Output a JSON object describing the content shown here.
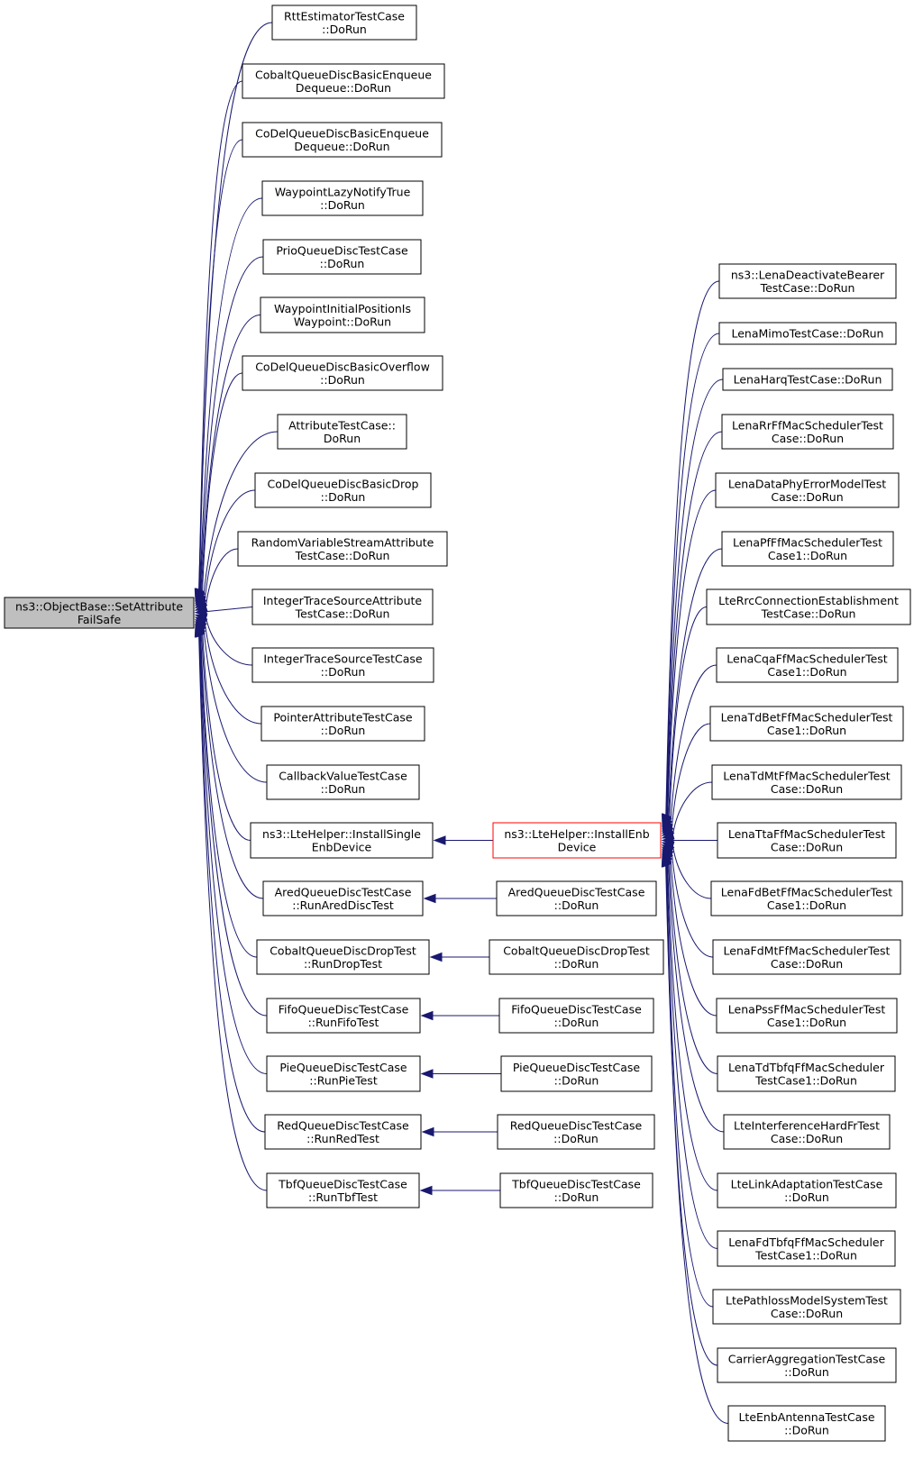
{
  "graph": {
    "root": {
      "id": "root",
      "lines": [
        "ns3::ObjectBase::SetAttribute",
        "FailSafe"
      ]
    },
    "nodes": [
      {
        "id": "a1",
        "lines": [
          "RttEstimatorTestCase",
          "::DoRun"
        ]
      },
      {
        "id": "a2",
        "lines": [
          "CobaltQueueDiscBasicEnqueue",
          "Dequeue::DoRun"
        ]
      },
      {
        "id": "a3",
        "lines": [
          "CoDelQueueDiscBasicEnqueue",
          "Dequeue::DoRun"
        ]
      },
      {
        "id": "a4",
        "lines": [
          "WaypointLazyNotifyTrue",
          "::DoRun"
        ]
      },
      {
        "id": "a5",
        "lines": [
          "PrioQueueDiscTestCase",
          "::DoRun"
        ]
      },
      {
        "id": "a6",
        "lines": [
          "WaypointInitialPositionIs",
          "Waypoint::DoRun"
        ]
      },
      {
        "id": "a7",
        "lines": [
          "CoDelQueueDiscBasicOverflow",
          "::DoRun"
        ]
      },
      {
        "id": "a8",
        "lines": [
          "AttributeTestCase::",
          "DoRun"
        ]
      },
      {
        "id": "a9",
        "lines": [
          "CoDelQueueDiscBasicDrop",
          "::DoRun"
        ]
      },
      {
        "id": "a10",
        "lines": [
          "RandomVariableStreamAttribute",
          "TestCase::DoRun"
        ]
      },
      {
        "id": "a11",
        "lines": [
          "IntegerTraceSourceAttribute",
          "TestCase::DoRun"
        ]
      },
      {
        "id": "a12",
        "lines": [
          "IntegerTraceSourceTestCase",
          "::DoRun"
        ]
      },
      {
        "id": "a13",
        "lines": [
          "PointerAttributeTestCase",
          "::DoRun"
        ]
      },
      {
        "id": "a14",
        "lines": [
          "CallbackValueTestCase",
          "::DoRun"
        ]
      },
      {
        "id": "a15",
        "lines": [
          "ns3::LteHelper::InstallSingle",
          "EnbDevice"
        ]
      },
      {
        "id": "a16",
        "lines": [
          "AredQueueDiscTestCase",
          "::RunAredDiscTest"
        ]
      },
      {
        "id": "a17",
        "lines": [
          "CobaltQueueDiscDropTest",
          "::RunDropTest"
        ]
      },
      {
        "id": "a18",
        "lines": [
          "FifoQueueDiscTestCase",
          "::RunFifoTest"
        ]
      },
      {
        "id": "a19",
        "lines": [
          "PieQueueDiscTestCase",
          "::RunPieTest"
        ]
      },
      {
        "id": "a20",
        "lines": [
          "RedQueueDiscTestCase",
          "::RunRedTest"
        ]
      },
      {
        "id": "a21",
        "lines": [
          "TbfQueueDiscTestCase",
          "::RunTbfTest"
        ]
      },
      {
        "id": "b1",
        "lines": [
          "ns3::LteHelper::InstallEnb",
          "Device"
        ],
        "highlight": true
      },
      {
        "id": "b2",
        "lines": [
          "AredQueueDiscTestCase",
          "::DoRun"
        ]
      },
      {
        "id": "b3",
        "lines": [
          "CobaltQueueDiscDropTest",
          "::DoRun"
        ]
      },
      {
        "id": "b4",
        "lines": [
          "FifoQueueDiscTestCase",
          "::DoRun"
        ]
      },
      {
        "id": "b5",
        "lines": [
          "PieQueueDiscTestCase",
          "::DoRun"
        ]
      },
      {
        "id": "b6",
        "lines": [
          "RedQueueDiscTestCase",
          "::DoRun"
        ]
      },
      {
        "id": "b7",
        "lines": [
          "TbfQueueDiscTestCase",
          "::DoRun"
        ]
      },
      {
        "id": "c1",
        "lines": [
          "ns3::LenaDeactivateBearer",
          "TestCase::DoRun"
        ]
      },
      {
        "id": "c2",
        "lines": [
          "LenaMimoTestCase::DoRun"
        ]
      },
      {
        "id": "c3",
        "lines": [
          "LenaHarqTestCase::DoRun"
        ]
      },
      {
        "id": "c4",
        "lines": [
          "LenaRrFfMacSchedulerTest",
          "Case::DoRun"
        ]
      },
      {
        "id": "c5",
        "lines": [
          "LenaDataPhyErrorModelTest",
          "Case::DoRun"
        ]
      },
      {
        "id": "c6",
        "lines": [
          "LenaPfFfMacSchedulerTest",
          "Case1::DoRun"
        ]
      },
      {
        "id": "c7",
        "lines": [
          "LteRrcConnectionEstablishment",
          "TestCase::DoRun"
        ]
      },
      {
        "id": "c8",
        "lines": [
          "LenaCqaFfMacSchedulerTest",
          "Case1::DoRun"
        ]
      },
      {
        "id": "c9",
        "lines": [
          "LenaTdBetFfMacSchedulerTest",
          "Case1::DoRun"
        ]
      },
      {
        "id": "c10",
        "lines": [
          "LenaTdMtFfMacSchedulerTest",
          "Case::DoRun"
        ]
      },
      {
        "id": "c11",
        "lines": [
          "LenaTtaFfMacSchedulerTest",
          "Case::DoRun"
        ]
      },
      {
        "id": "c12",
        "lines": [
          "LenaFdBetFfMacSchedulerTest",
          "Case1::DoRun"
        ]
      },
      {
        "id": "c13",
        "lines": [
          "LenaFdMtFfMacSchedulerTest",
          "Case::DoRun"
        ]
      },
      {
        "id": "c14",
        "lines": [
          "LenaPssFfMacSchedulerTest",
          "Case1::DoRun"
        ]
      },
      {
        "id": "c15",
        "lines": [
          "LenaTdTbfqFfMacScheduler",
          "TestCase1::DoRun"
        ]
      },
      {
        "id": "c16",
        "lines": [
          "LteInterferenceHardFrTest",
          "Case::DoRun"
        ]
      },
      {
        "id": "c17",
        "lines": [
          "LteLinkAdaptationTestCase",
          "::DoRun"
        ]
      },
      {
        "id": "c18",
        "lines": [
          "LenaFdTbfqFfMacScheduler",
          "TestCase1::DoRun"
        ]
      },
      {
        "id": "c19",
        "lines": [
          "LtePathlossModelSystemTest",
          "Case::DoRun"
        ]
      },
      {
        "id": "c20",
        "lines": [
          "CarrierAggregationTestCase",
          "::DoRun"
        ]
      },
      {
        "id": "c21",
        "lines": [
          "LteEnbAntennaTestCase",
          "::DoRun"
        ]
      }
    ],
    "edges": [
      {
        "from": "a1",
        "to": "root"
      },
      {
        "from": "a2",
        "to": "root"
      },
      {
        "from": "a3",
        "to": "root"
      },
      {
        "from": "a4",
        "to": "root"
      },
      {
        "from": "a5",
        "to": "root"
      },
      {
        "from": "a6",
        "to": "root"
      },
      {
        "from": "a7",
        "to": "root"
      },
      {
        "from": "a8",
        "to": "root"
      },
      {
        "from": "a9",
        "to": "root"
      },
      {
        "from": "a10",
        "to": "root"
      },
      {
        "from": "a11",
        "to": "root"
      },
      {
        "from": "a12",
        "to": "root"
      },
      {
        "from": "a13",
        "to": "root"
      },
      {
        "from": "a14",
        "to": "root"
      },
      {
        "from": "a15",
        "to": "root"
      },
      {
        "from": "a16",
        "to": "root"
      },
      {
        "from": "a17",
        "to": "root"
      },
      {
        "from": "a18",
        "to": "root"
      },
      {
        "from": "a19",
        "to": "root"
      },
      {
        "from": "a20",
        "to": "root"
      },
      {
        "from": "a21",
        "to": "root"
      },
      {
        "from": "b1",
        "to": "a15"
      },
      {
        "from": "b2",
        "to": "a16"
      },
      {
        "from": "b3",
        "to": "a17"
      },
      {
        "from": "b4",
        "to": "a18"
      },
      {
        "from": "b5",
        "to": "a19"
      },
      {
        "from": "b6",
        "to": "a20"
      },
      {
        "from": "b7",
        "to": "a21"
      },
      {
        "from": "c1",
        "to": "b1"
      },
      {
        "from": "c2",
        "to": "b1"
      },
      {
        "from": "c3",
        "to": "b1"
      },
      {
        "from": "c4",
        "to": "b1"
      },
      {
        "from": "c5",
        "to": "b1"
      },
      {
        "from": "c6",
        "to": "b1"
      },
      {
        "from": "c7",
        "to": "b1"
      },
      {
        "from": "c8",
        "to": "b1"
      },
      {
        "from": "c9",
        "to": "b1"
      },
      {
        "from": "c10",
        "to": "b1"
      },
      {
        "from": "c11",
        "to": "b1"
      },
      {
        "from": "c12",
        "to": "b1"
      },
      {
        "from": "c13",
        "to": "b1"
      },
      {
        "from": "c14",
        "to": "b1"
      },
      {
        "from": "c15",
        "to": "b1"
      },
      {
        "from": "c16",
        "to": "b1"
      },
      {
        "from": "c17",
        "to": "b1"
      },
      {
        "from": "c18",
        "to": "b1"
      },
      {
        "from": "c19",
        "to": "b1"
      },
      {
        "from": "c20",
        "to": "b1"
      },
      {
        "from": "c21",
        "to": "b1"
      }
    ],
    "colors": {
      "edge": "#191970",
      "highlight_border": "#ff0000",
      "root_fill": "#bfbfbf"
    }
  }
}
